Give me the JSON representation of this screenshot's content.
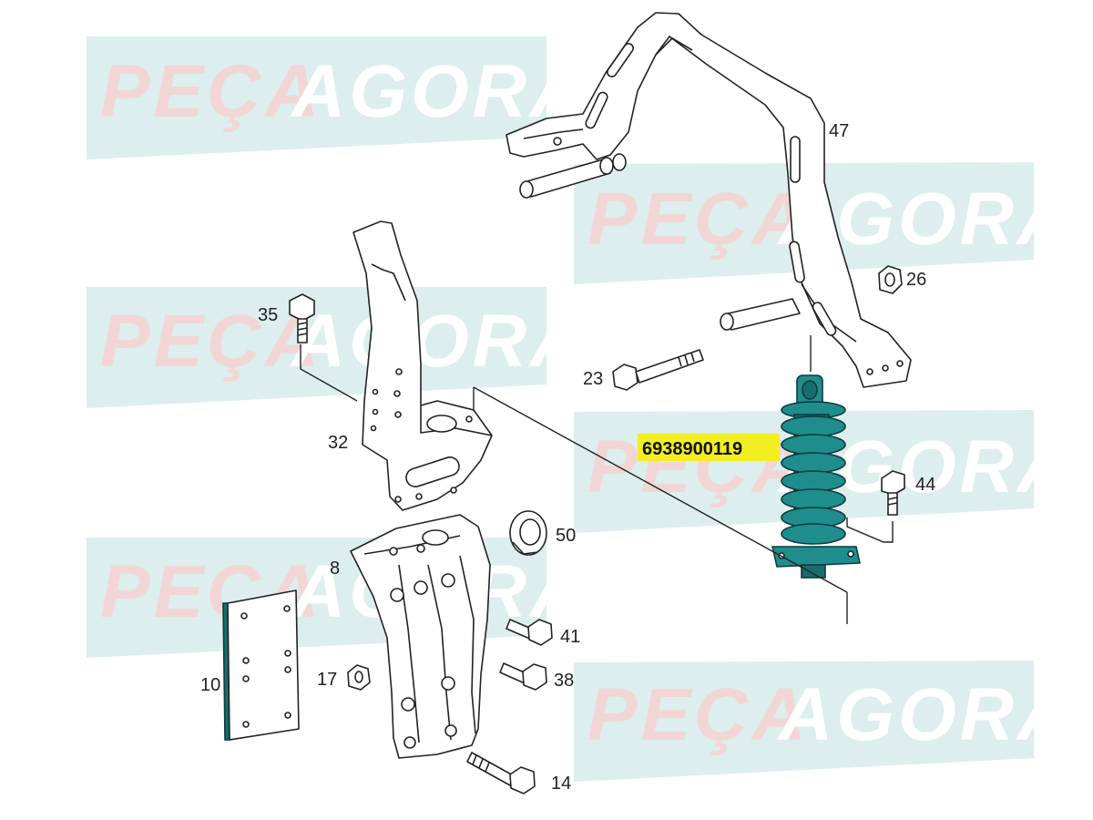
{
  "watermark": {
    "part1": "PEÇA",
    "part2": "AGORA"
  },
  "highlight": {
    "part_number": "6938900119",
    "color": "#f2ee22"
  },
  "labels": {
    "p47": "47",
    "p26": "26",
    "p35": "35",
    "p23": "23",
    "p32": "32",
    "p44": "44",
    "p50": "50",
    "p8": "8",
    "p41": "41",
    "p10": "10",
    "p17": "17",
    "p38": "38",
    "p14": "14"
  },
  "colors": {
    "watermark_band": "#dceeed",
    "watermark_text": "#f2d6d6",
    "highlighted_part": "#1f8d8d"
  }
}
